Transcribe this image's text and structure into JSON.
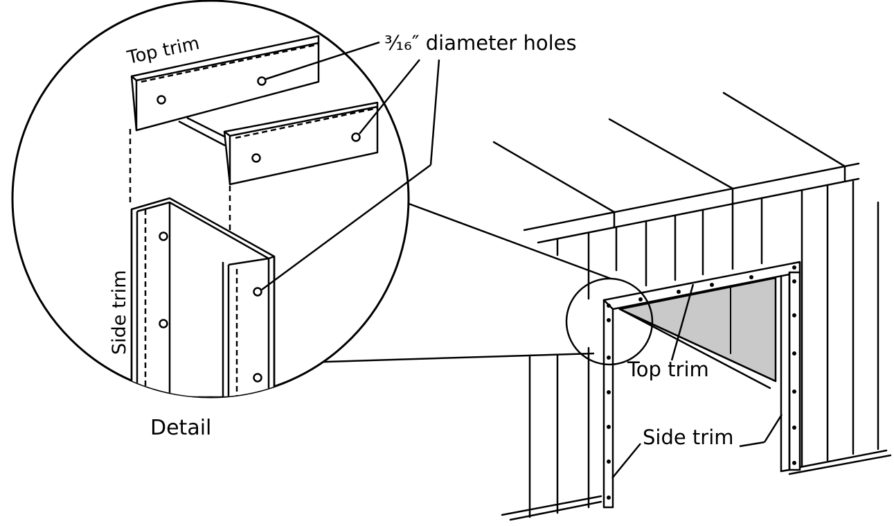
{
  "labels": {
    "holes": "³⁄₁₆″ diameter holes",
    "detail_top_trim": "Top trim",
    "detail_side_trim": "Side trim",
    "detail": "Detail",
    "building_top_trim": "Top trim",
    "building_side_trim": "Side trim"
  },
  "colors": {
    "stroke": "#000000",
    "opening_fill": "#c9c9c9",
    "background": "#ffffff"
  }
}
